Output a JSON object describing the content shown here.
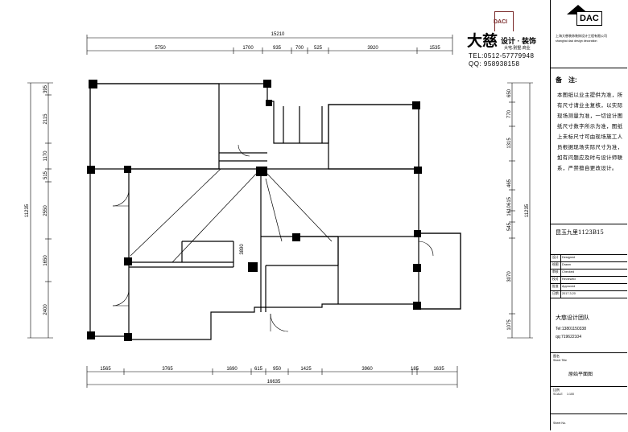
{
  "logo": {
    "brand_cn": "大慈",
    "brand_tag": "设计 · 装饰",
    "brand_sub": "大宅.别墅.商业",
    "tel": "TEL:0512-57779948",
    "qq": "QQ: 958938158",
    "mark": "DACI"
  },
  "dimensions": {
    "top_total": "15210",
    "top": [
      "5750",
      "1700",
      "935",
      "700",
      "525",
      "3920",
      "1535"
    ],
    "bottom_total": "16635",
    "bottom": [
      "1565",
      "3765",
      "1690",
      "615",
      "950",
      "1425",
      "3960",
      "185",
      "1635"
    ],
    "left_total": "11235",
    "left": [
      "395",
      "2115",
      "1170",
      "515",
      "2550",
      "1650",
      "2400"
    ],
    "right_total": "11235",
    "right": [
      "650",
      "770",
      "1315",
      "465",
      "615",
      "1610",
      "545",
      "3070",
      "1075"
    ],
    "inner": "3890"
  },
  "title_block": {
    "company_logo": "DAC",
    "company_name": "上海大慈装饰装饰设计工程有限公司",
    "company_en": "shanghai daci design decoration",
    "notes_title": "备　注:",
    "notes_body": "本图纸以业主提供为准，所有尺寸请业主复核，以实际现场测量为准，一切设计图纸尺寸数字所示为准，图纸上未标尺寸可由现场施工人员根据现场实际尺寸为准，如有问题应及时与设计师联系，严禁擅自更改设计。",
    "project": "昆玉九里1123B15",
    "rows": [
      {
        "label": "设计",
        "value": "Designed"
      },
      {
        "label": "绘图",
        "value": "Drawn"
      },
      {
        "label": "审核",
        "value": "Checked"
      },
      {
        "label": "校对",
        "value": "Reviewed"
      },
      {
        "label": "批准",
        "value": "Approved"
      },
      {
        "label": "日期",
        "value": "2017.3.20"
      }
    ],
    "team": "大慈设计团队",
    "tel": "Tel:13801150338",
    "qq": "qq:719622104",
    "sheet_label": "图名",
    "sheet_en": "Sheet Title",
    "sheet_title": "原始平面图",
    "scale_label": "比例",
    "scale_value": "1:100",
    "scale_en": "SCALE",
    "sheet_no": "Sheet No."
  }
}
